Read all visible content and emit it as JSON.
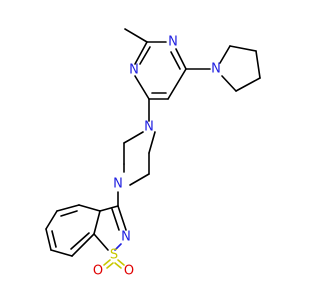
{
  "molecule": {
    "atoms": {
      "n_pyrim_top": {
        "symbol": "N",
        "color": "#2020e0"
      },
      "n_pyrim_bottom": {
        "symbol": "N",
        "color": "#2020e0"
      },
      "n_pyrrolidine": {
        "symbol": "N",
        "color": "#2020e0"
      },
      "n_piperazine_top": {
        "symbol": "N",
        "color": "#2020e0"
      },
      "n_piperazine_bottom": {
        "symbol": "N",
        "color": "#2020e0"
      },
      "n_isothiazole": {
        "symbol": "N",
        "color": "#2020e0"
      },
      "s_sulfonyl": {
        "symbol": "S",
        "color": "#c8c800"
      },
      "o_left": {
        "symbol": "O",
        "color": "#e00000"
      },
      "o_right": {
        "symbol": "O",
        "color": "#e00000"
      }
    }
  }
}
